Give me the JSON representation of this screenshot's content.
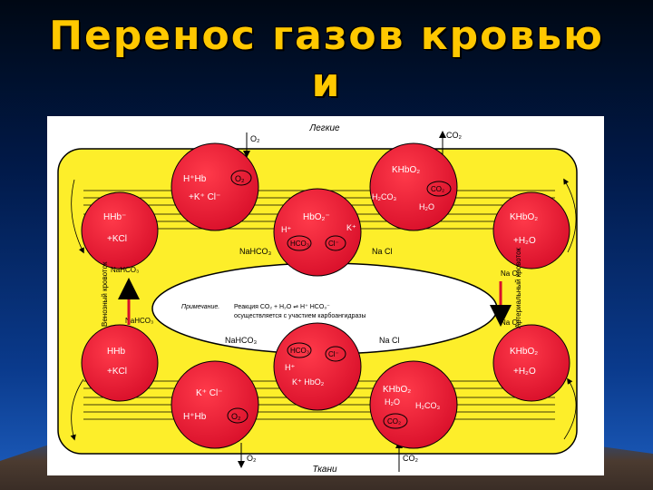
{
  "title": {
    "line1": "Перенос газов кровью",
    "line2": "и"
  },
  "diagram": {
    "top_label": "Легкие",
    "bottom_label": "Ткани",
    "top_o2": "O₂",
    "top_co2": "CO₂",
    "bottom_o2": "O₂",
    "bottom_co2": "CO₂",
    "venous_label": "Венозный кровоток",
    "arterial_label": "Артериальный кровоток",
    "note_prefix": "Примечание.",
    "note_line1": "Реакция CO₂ + H₂O ⇌ H⁺ HCO₃⁻",
    "note_line2": "осуществляется с участием карбоангидразы",
    "cells": {
      "tl": {
        "l1": "H⁺Hb",
        "l1b": "O₂",
        "l2": "+K⁺  Cl⁻"
      },
      "tr": {
        "l1": "KHbO₂",
        "l2": "CO₂",
        "l3": "H₂CO₃",
        "l4": "H₂O"
      },
      "ml_top": {
        "l1": "HHb⁻",
        "l2": "+KCl"
      },
      "mc_top": {
        "l1": "HbO₂⁻",
        "l2": "H⁺",
        "l3": "K⁺",
        "l4": "HCO₃",
        "l5": "Cl⁻"
      },
      "mr_top": {
        "l1": "KHbO₂",
        "l2": "+H₂O"
      },
      "ml_bot": {
        "l1": "HHb",
        "l2": "+KCl"
      },
      "mc_bot": {
        "l1": "HCO₃",
        "l2": "Cl⁻",
        "l3": "H⁺",
        "l4": "K⁺ HbO₂"
      },
      "mr_bot": {
        "l1": "KHbO₂",
        "l2": "+H₂O"
      },
      "bl": {
        "l1": "K⁺  Cl⁻",
        "l2": "H⁺Hb",
        "l2b": "O₂"
      },
      "br": {
        "l1": "KHbO₂",
        "l2": "H₂O",
        "l3": "H₂CO₃",
        "l4": "CO₂"
      }
    },
    "labels": {
      "nahco3_top": "NaHCO₃",
      "nacl_top": "Na Cl",
      "nahco3_left1": "NaHCO₃",
      "nahco3_left2": "NaHCO₃",
      "nacl_right1": "Na Cl",
      "nacl_right2": "Na Cl",
      "nahco3_bot": "NaHCO₃",
      "nacl_bot": "Na Cl"
    }
  }
}
